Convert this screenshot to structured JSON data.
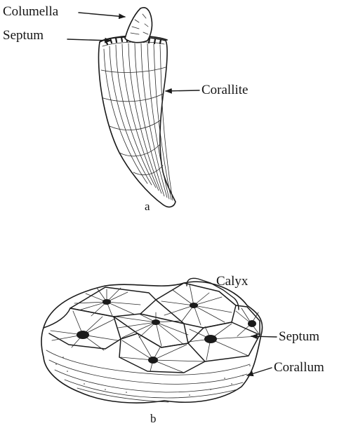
{
  "figure_a": {
    "labels": {
      "columella": "Columella",
      "septum": "Septum",
      "corallite": "Corallite"
    },
    "caption": "a"
  },
  "figure_b": {
    "labels": {
      "calyx": "Calyx",
      "septum": "Septum",
      "corallum": "Corallum"
    },
    "caption": "b"
  }
}
